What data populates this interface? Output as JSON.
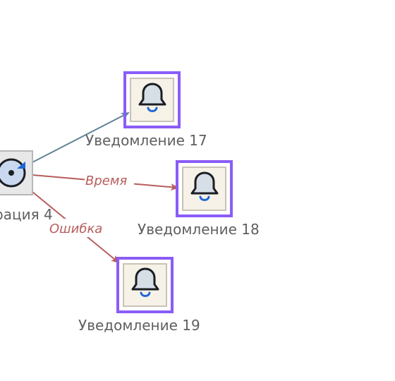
{
  "diagram": {
    "source_node": {
      "label": "рация 4",
      "icon": "refresh-icon",
      "colors": {
        "fill": "#e8e8e8",
        "stroke": "#b7b7b7",
        "icon_fill": "#c9d8ee",
        "icon_accent": "#1f66d6"
      }
    },
    "notifications": [
      {
        "id": "n17",
        "label": "Уведомление 17",
        "icon": "bell-icon"
      },
      {
        "id": "n18",
        "label": "Уведомление 18",
        "icon": "bell-icon"
      },
      {
        "id": "n19",
        "label": "Уведомление 19",
        "icon": "bell-icon"
      }
    ],
    "edges": [
      {
        "from": "source",
        "to": "n17",
        "label": "",
        "color": "#5f8497"
      },
      {
        "from": "source",
        "to": "n18",
        "label": "Время",
        "color": "#b85c5c"
      },
      {
        "from": "source",
        "to": "n19",
        "label": "Ошибка",
        "color": "#b85c5c"
      }
    ],
    "colors": {
      "notification_border": "#8b5cf6",
      "notification_fill": "#f6f2e7",
      "notification_inner_border": "#c9c3b6",
      "bell_fill": "#d6dee6",
      "bell_stroke": "#1b1f24",
      "bell_clapper": "#1f66d6"
    }
  }
}
